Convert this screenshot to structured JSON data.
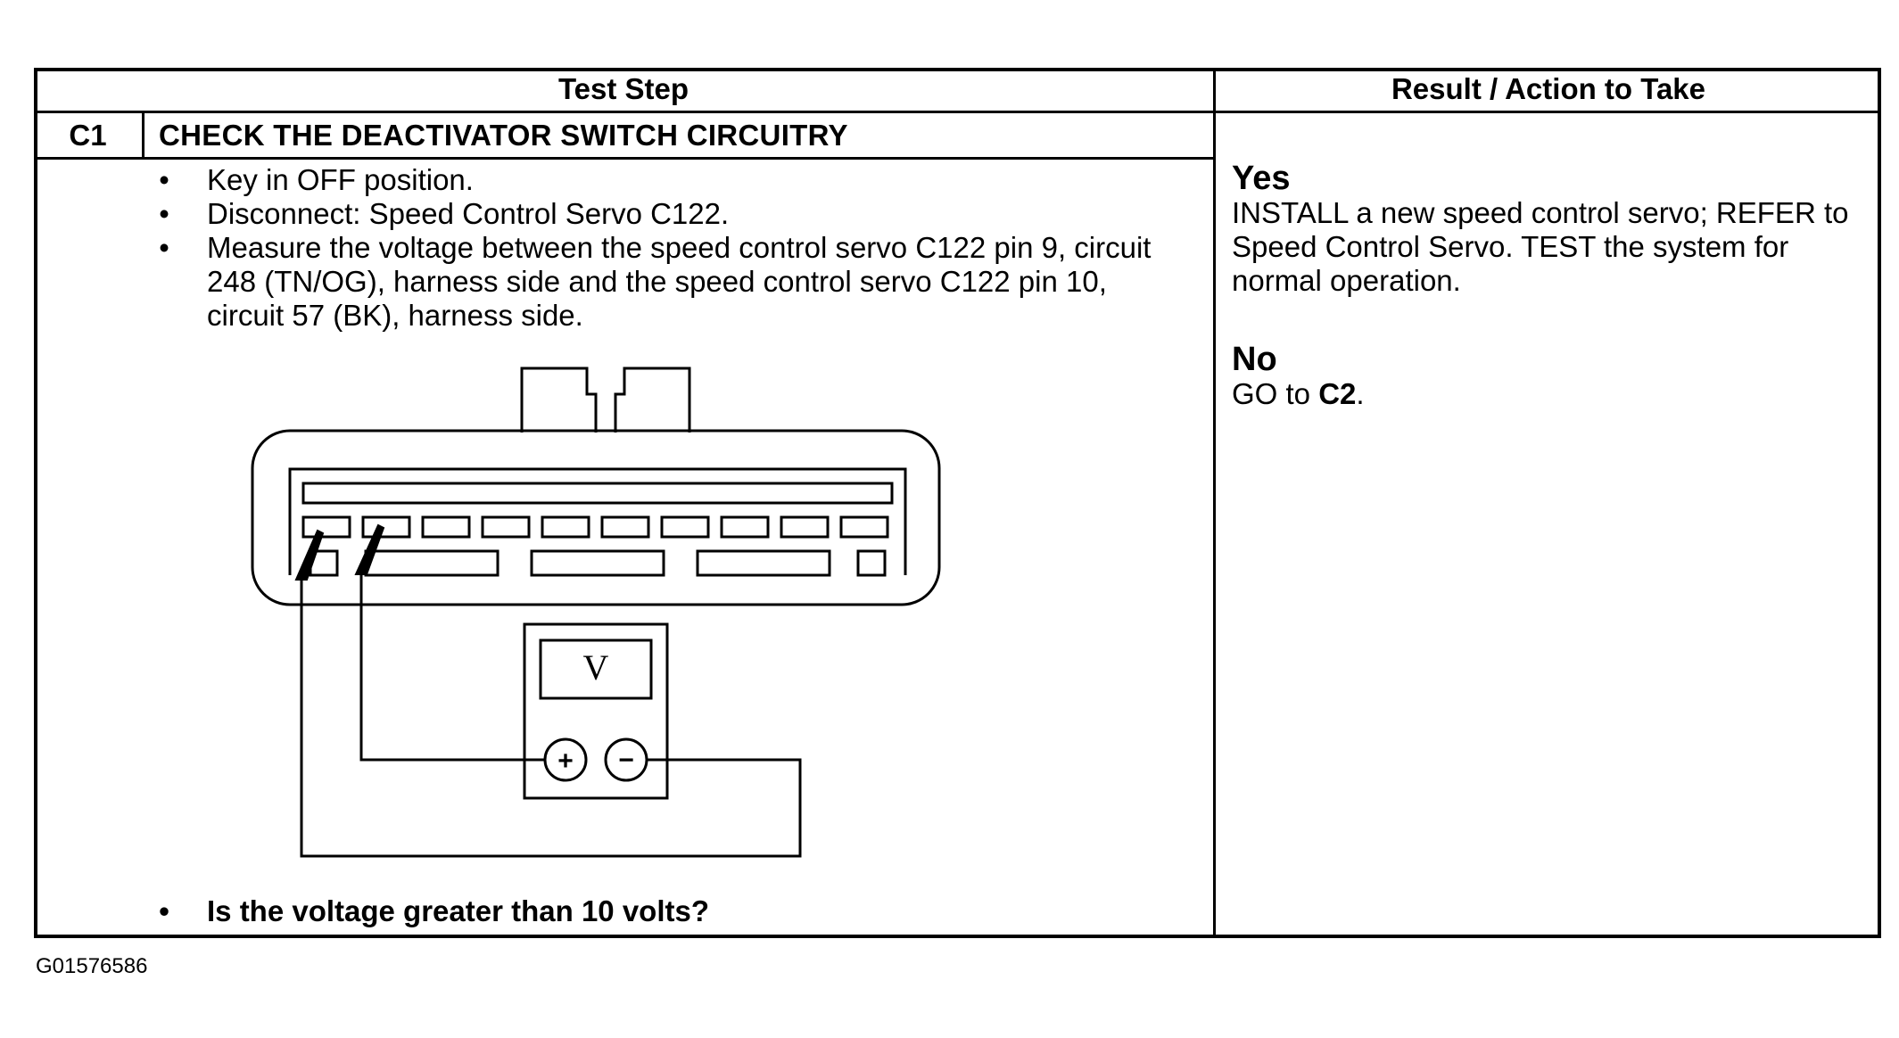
{
  "table": {
    "header_test_step": "Test Step",
    "header_result": "Result / Action to Take",
    "step_id": "C1",
    "step_title": "CHECK THE DEACTIVATOR SWITCH CIRCUITRY",
    "bullets": [
      "Key in OFF position.",
      "Disconnect: Speed Control Servo C122.",
      "Measure the voltage between the speed control servo C122 pin 9, circuit 248 (TN/OG), harness side and the speed control servo C122 pin 10, circuit 57 (BK), harness side."
    ],
    "question": "Is the voltage greater than 10 volts?",
    "bullet_glyph": "•"
  },
  "diagram": {
    "meter_symbol": "V",
    "plus": "+",
    "minus": "−"
  },
  "results": {
    "yes_head": "Yes",
    "yes_text": "INSTALL a new speed control servo; REFER to Speed Control Servo. TEST the system for normal operation.",
    "no_head": "No",
    "no_text_prefix": "GO to ",
    "no_text_target": "C2",
    "no_text_suffix": "."
  },
  "figure_id": "G01576586"
}
